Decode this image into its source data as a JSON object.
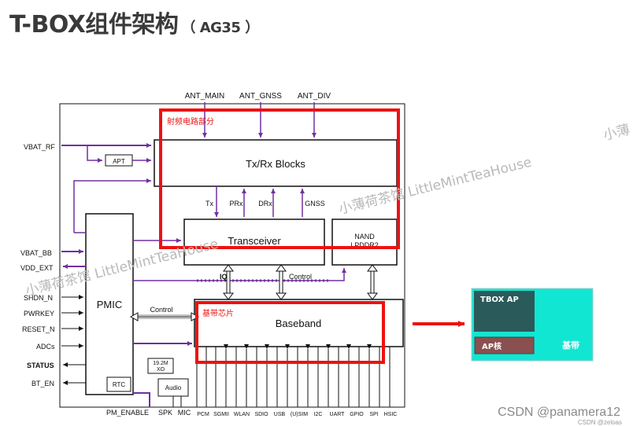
{
  "title": {
    "main": "T-BOX组件架构",
    "sub": "（ AG35 ）"
  },
  "antennas": [
    "ANT_MAIN",
    "ANT_GNSS",
    "ANT_DIV"
  ],
  "left_signals": [
    "VBAT_RF",
    "VBAT_BB",
    "VDD_EXT",
    "SHDN_N",
    "PWRKEY",
    "RESET_N",
    "ADCs",
    "STATUS",
    "BT_EN"
  ],
  "blocks": {
    "txrx": "Tx/Rx Blocks",
    "apt": "APT",
    "transceiver": "Transceiver",
    "nand": "NAND",
    "lpddr": "LPDDR2",
    "pmic": "PMIC",
    "baseband": "Baseband",
    "rtc": "RTC",
    "xo": "19.2M\nXO",
    "audio": "Audio"
  },
  "rf_signals": [
    "Tx",
    "PRx",
    "DRx",
    "GNSS"
  ],
  "labels": {
    "iq": "IQ",
    "control1": "Control",
    "control2": "Control",
    "rf_section": "射频电路部分",
    "baseband_chip": "基带芯片"
  },
  "bottom_signals": [
    "PM_ENABLE",
    "SPK",
    "MIC",
    "PCM",
    "SGMII",
    "WLAN",
    "SDIO",
    "USB",
    "(U)SIM",
    "I2C",
    "UART",
    "GPIO",
    "SPI",
    "HSIC"
  ],
  "ap_panel": {
    "tbox_ap": "TBOX AP",
    "ap_core": "AP核",
    "baseband": "基带"
  },
  "watermarks": [
    "小薄荷茶馆 LittleMintTeaHouse",
    "小薄荷茶馆 LittleMintTeaHouse",
    "小薄"
  ],
  "footer": {
    "csdn": "CSDN @panamera12",
    "small": "CSDN @zeloas"
  },
  "colors": {
    "purple": "#7030a0",
    "red": "#ee1111",
    "teal": "#11e6d3",
    "dark_teal": "#2a5a5a",
    "brown": "#8a4f4f"
  }
}
